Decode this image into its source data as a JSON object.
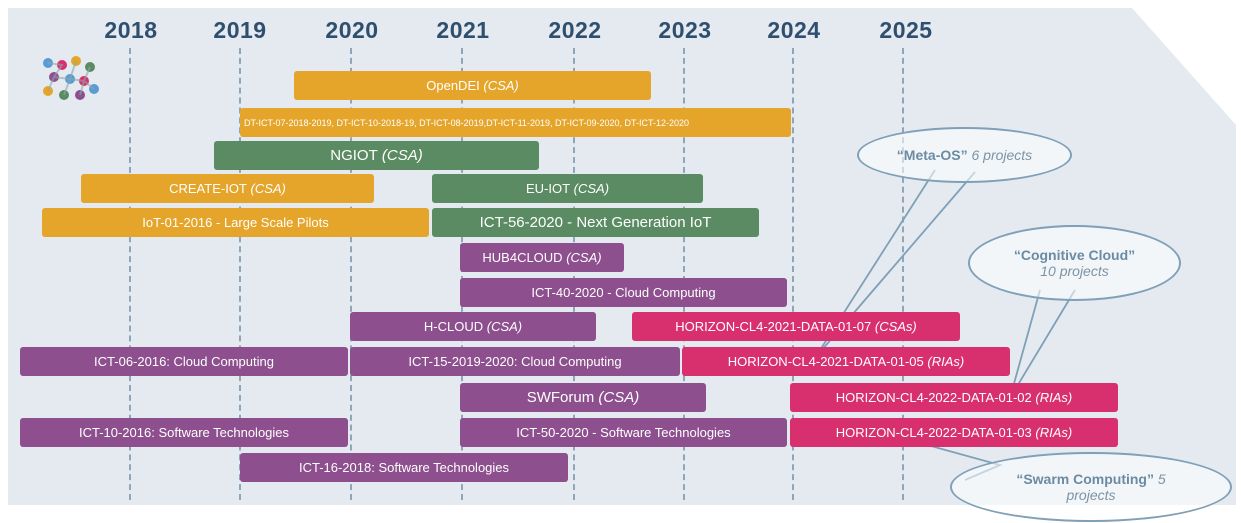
{
  "years": [
    "2018",
    "2019",
    "2020",
    "2021",
    "2022",
    "2023",
    "2024",
    "2025"
  ],
  "bars": [
    {
      "name": "OpenDEI",
      "tag": "(CSA)"
    },
    {
      "name": "DT-ICT-07-2018-2019, DT-ICT-10-2018-19, DT-ICT-08-2019,DT-ICT-11-2019, DT-ICT-09-2020, DT-ICT-12-2020",
      "tag": ""
    },
    {
      "name": "NGIOT",
      "tag": "(CSA)"
    },
    {
      "name": "CREATE-IOT",
      "tag": "(CSA)"
    },
    {
      "name": "EU-IOT",
      "tag": "(CSA)"
    },
    {
      "name": "IoT-01-2016 - Large Scale Pilots",
      "tag": ""
    },
    {
      "name": "ICT-56-2020 - Next Generation IoT",
      "tag": ""
    },
    {
      "name": "HUB4CLOUD",
      "tag": "(CSA)"
    },
    {
      "name": "ICT-40-2020 - Cloud Computing",
      "tag": ""
    },
    {
      "name": "H-CLOUD",
      "tag": "(CSA)"
    },
    {
      "name": "HORIZON-CL4-2021-DATA-01-07",
      "tag": "(CSAs)"
    },
    {
      "name": "ICT-06-2016: Cloud Computing",
      "tag": ""
    },
    {
      "name": "ICT-15-2019-2020: Cloud Computing",
      "tag": ""
    },
    {
      "name": "HORIZON-CL4-2021-DATA-01-05",
      "tag": "(RIAs)"
    },
    {
      "name": "SWForum",
      "tag": "(CSA)"
    },
    {
      "name": "HORIZON-CL4-2022-DATA-01-02",
      "tag": "(RIAs)"
    },
    {
      "name": "ICT-10-2016: Software Technologies",
      "tag": ""
    },
    {
      "name": "ICT-50-2020 - Software Technologies",
      "tag": ""
    },
    {
      "name": "HORIZON-CL4-2022-DATA-01-03",
      "tag": "(RIAs)"
    },
    {
      "name": "ICT-16-2018: Software Technologies",
      "tag": ""
    }
  ],
  "callouts": {
    "meta_os": {
      "title": "“Meta-OS”",
      "detail": "6 projects"
    },
    "cognitive": {
      "title": "“Cognitive Cloud”",
      "detail": "10 projects"
    },
    "swarm": {
      "title": "“Swarm Computing”",
      "detail_a": "5",
      "detail_b": "projects"
    }
  },
  "colors": {
    "orange": "#e5a52a",
    "green": "#5b8b62",
    "purple": "#8d4f8d",
    "magenta": "#d8306e",
    "year_text": "#2f4f6f",
    "background_arrow": "#e4eaf0"
  }
}
